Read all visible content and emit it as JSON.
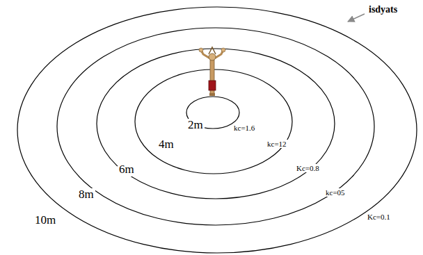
{
  "diagram": {
    "labels": [
      "isdyats",
      "2m",
      "kc=1.6",
      "4m",
      "kc=12",
      "6m",
      "Kc=0.8",
      "8m",
      "kc=05",
      "10m",
      "Kc=0.1"
    ]
  }
}
